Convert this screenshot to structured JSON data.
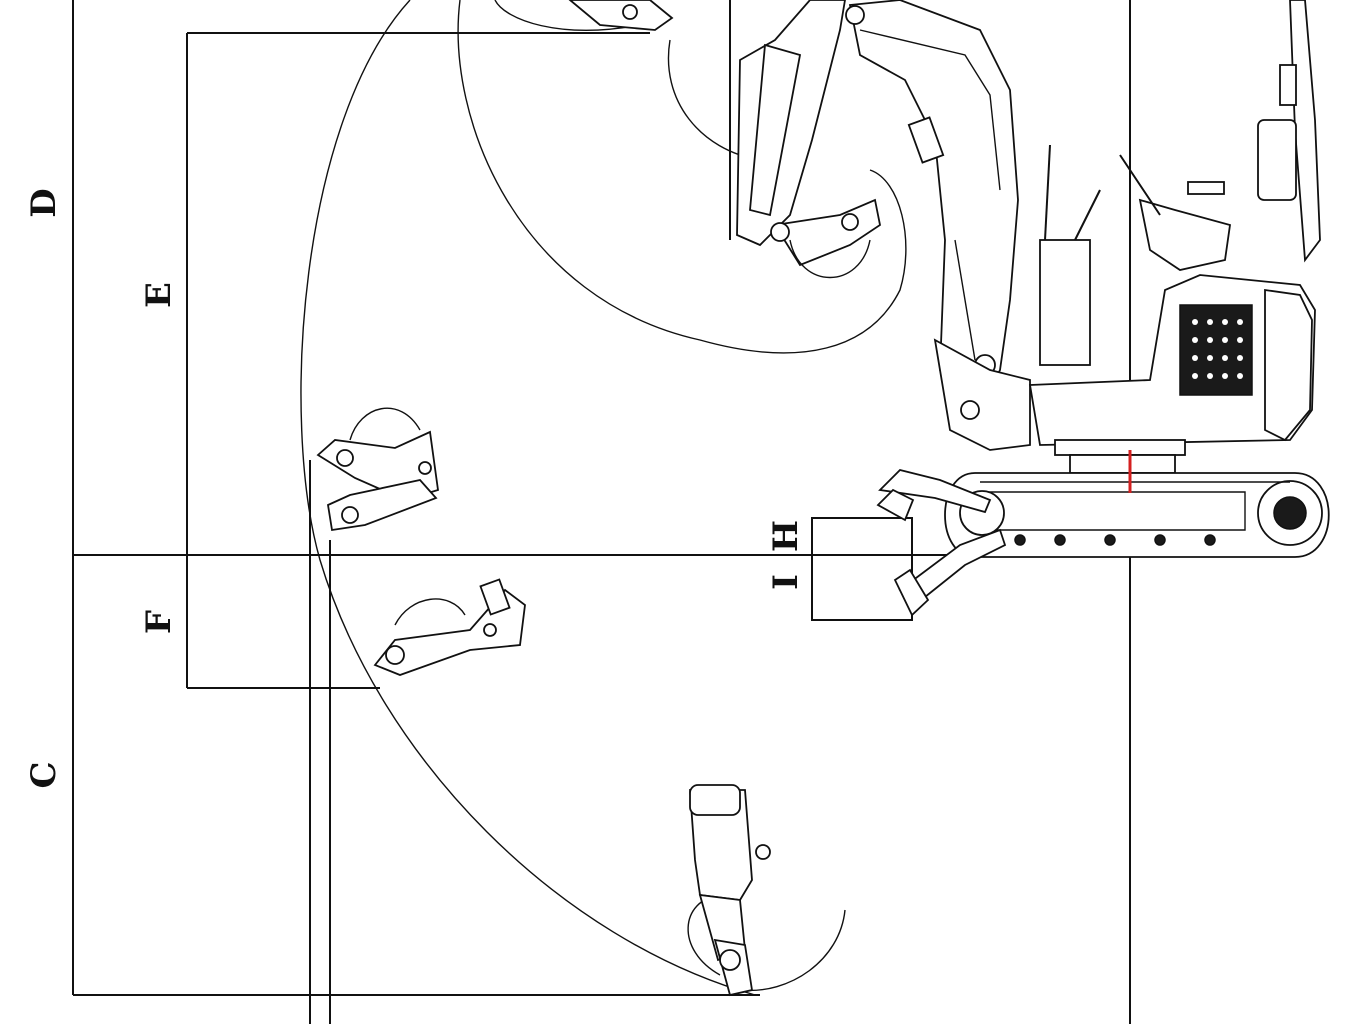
{
  "diagram": {
    "dimension_labels": {
      "C": "C",
      "D": "D",
      "E": "E",
      "F": "F",
      "H": "H",
      "I": "I"
    },
    "colors": {
      "line": "#111111",
      "background": "#ffffff",
      "swing_center_marker": "#d42020"
    }
  }
}
